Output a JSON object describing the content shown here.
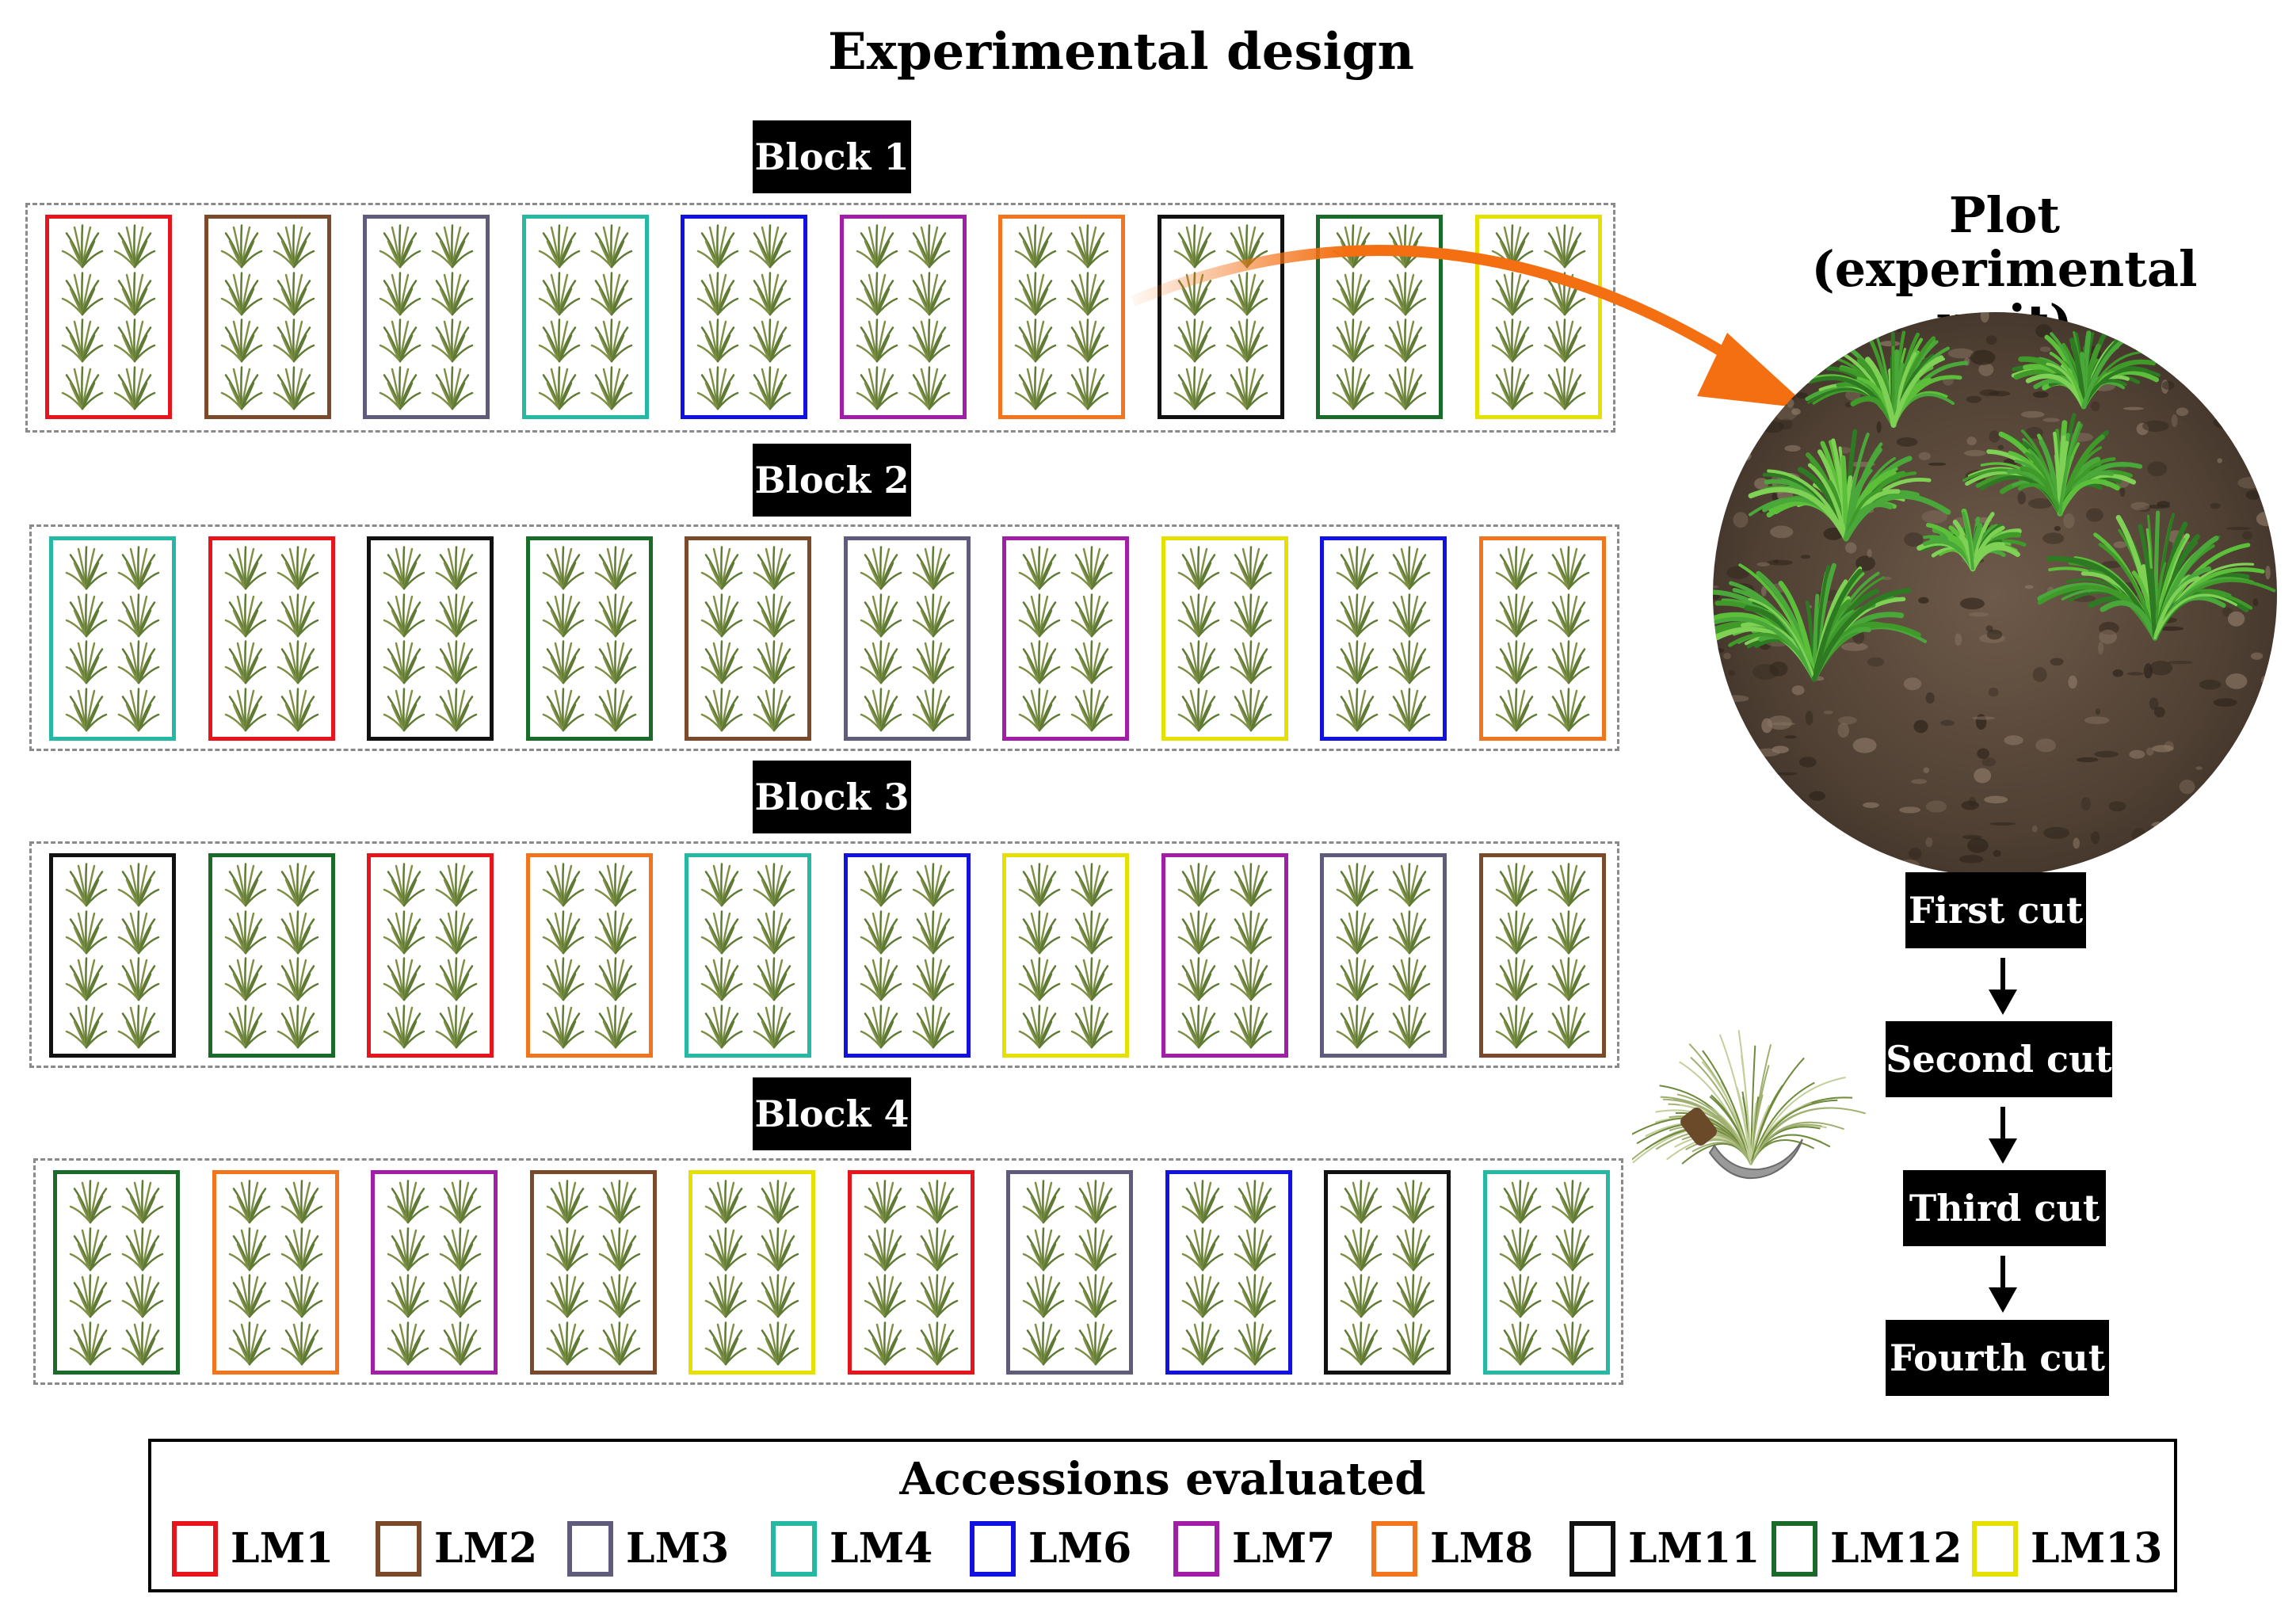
{
  "title": "Experimental design",
  "colors": {
    "LM1": "#e8141b",
    "LM2": "#7b4a2a",
    "LM3": "#5e5c7a",
    "LM4": "#25b8a3",
    "LM6": "#1212e0",
    "LM7": "#a31ea6",
    "LM8": "#f2741d",
    "LM11": "#111111",
    "LM12": "#1a6b2a",
    "LM13": "#e6e000",
    "arrow": "#f36f12"
  },
  "blocks": [
    {
      "label": "Block 1",
      "plots": [
        "LM1",
        "LM2",
        "LM3",
        "LM4",
        "LM6",
        "LM7",
        "LM8",
        "LM11",
        "LM12",
        "LM13"
      ]
    },
    {
      "label": "Block 2",
      "plots": [
        "LM4",
        "LM1",
        "LM11",
        "LM12",
        "LM2",
        "LM3",
        "LM7",
        "LM13",
        "LM6",
        "LM8"
      ]
    },
    {
      "label": "Block 3",
      "plots": [
        "LM11",
        "LM12",
        "LM1",
        "LM8",
        "LM4",
        "LM6",
        "LM13",
        "LM7",
        "LM3",
        "LM2"
      ]
    },
    {
      "label": "Block 4",
      "plots": [
        "LM12",
        "LM8",
        "LM7",
        "LM2",
        "LM13",
        "LM1",
        "LM3",
        "LM6",
        "LM11",
        "LM4"
      ]
    }
  ],
  "plot_title_line1": "Plot",
  "plot_title_line2": "(experimental unit)",
  "cuts": [
    "First cut",
    "Second cut",
    "Third cut",
    "Fourth cut"
  ],
  "legend": {
    "title": "Accessions evaluated",
    "items": [
      "LM1",
      "LM2",
      "LM3",
      "LM4",
      "LM6",
      "LM7",
      "LM8",
      "LM11",
      "LM12",
      "LM13"
    ]
  }
}
